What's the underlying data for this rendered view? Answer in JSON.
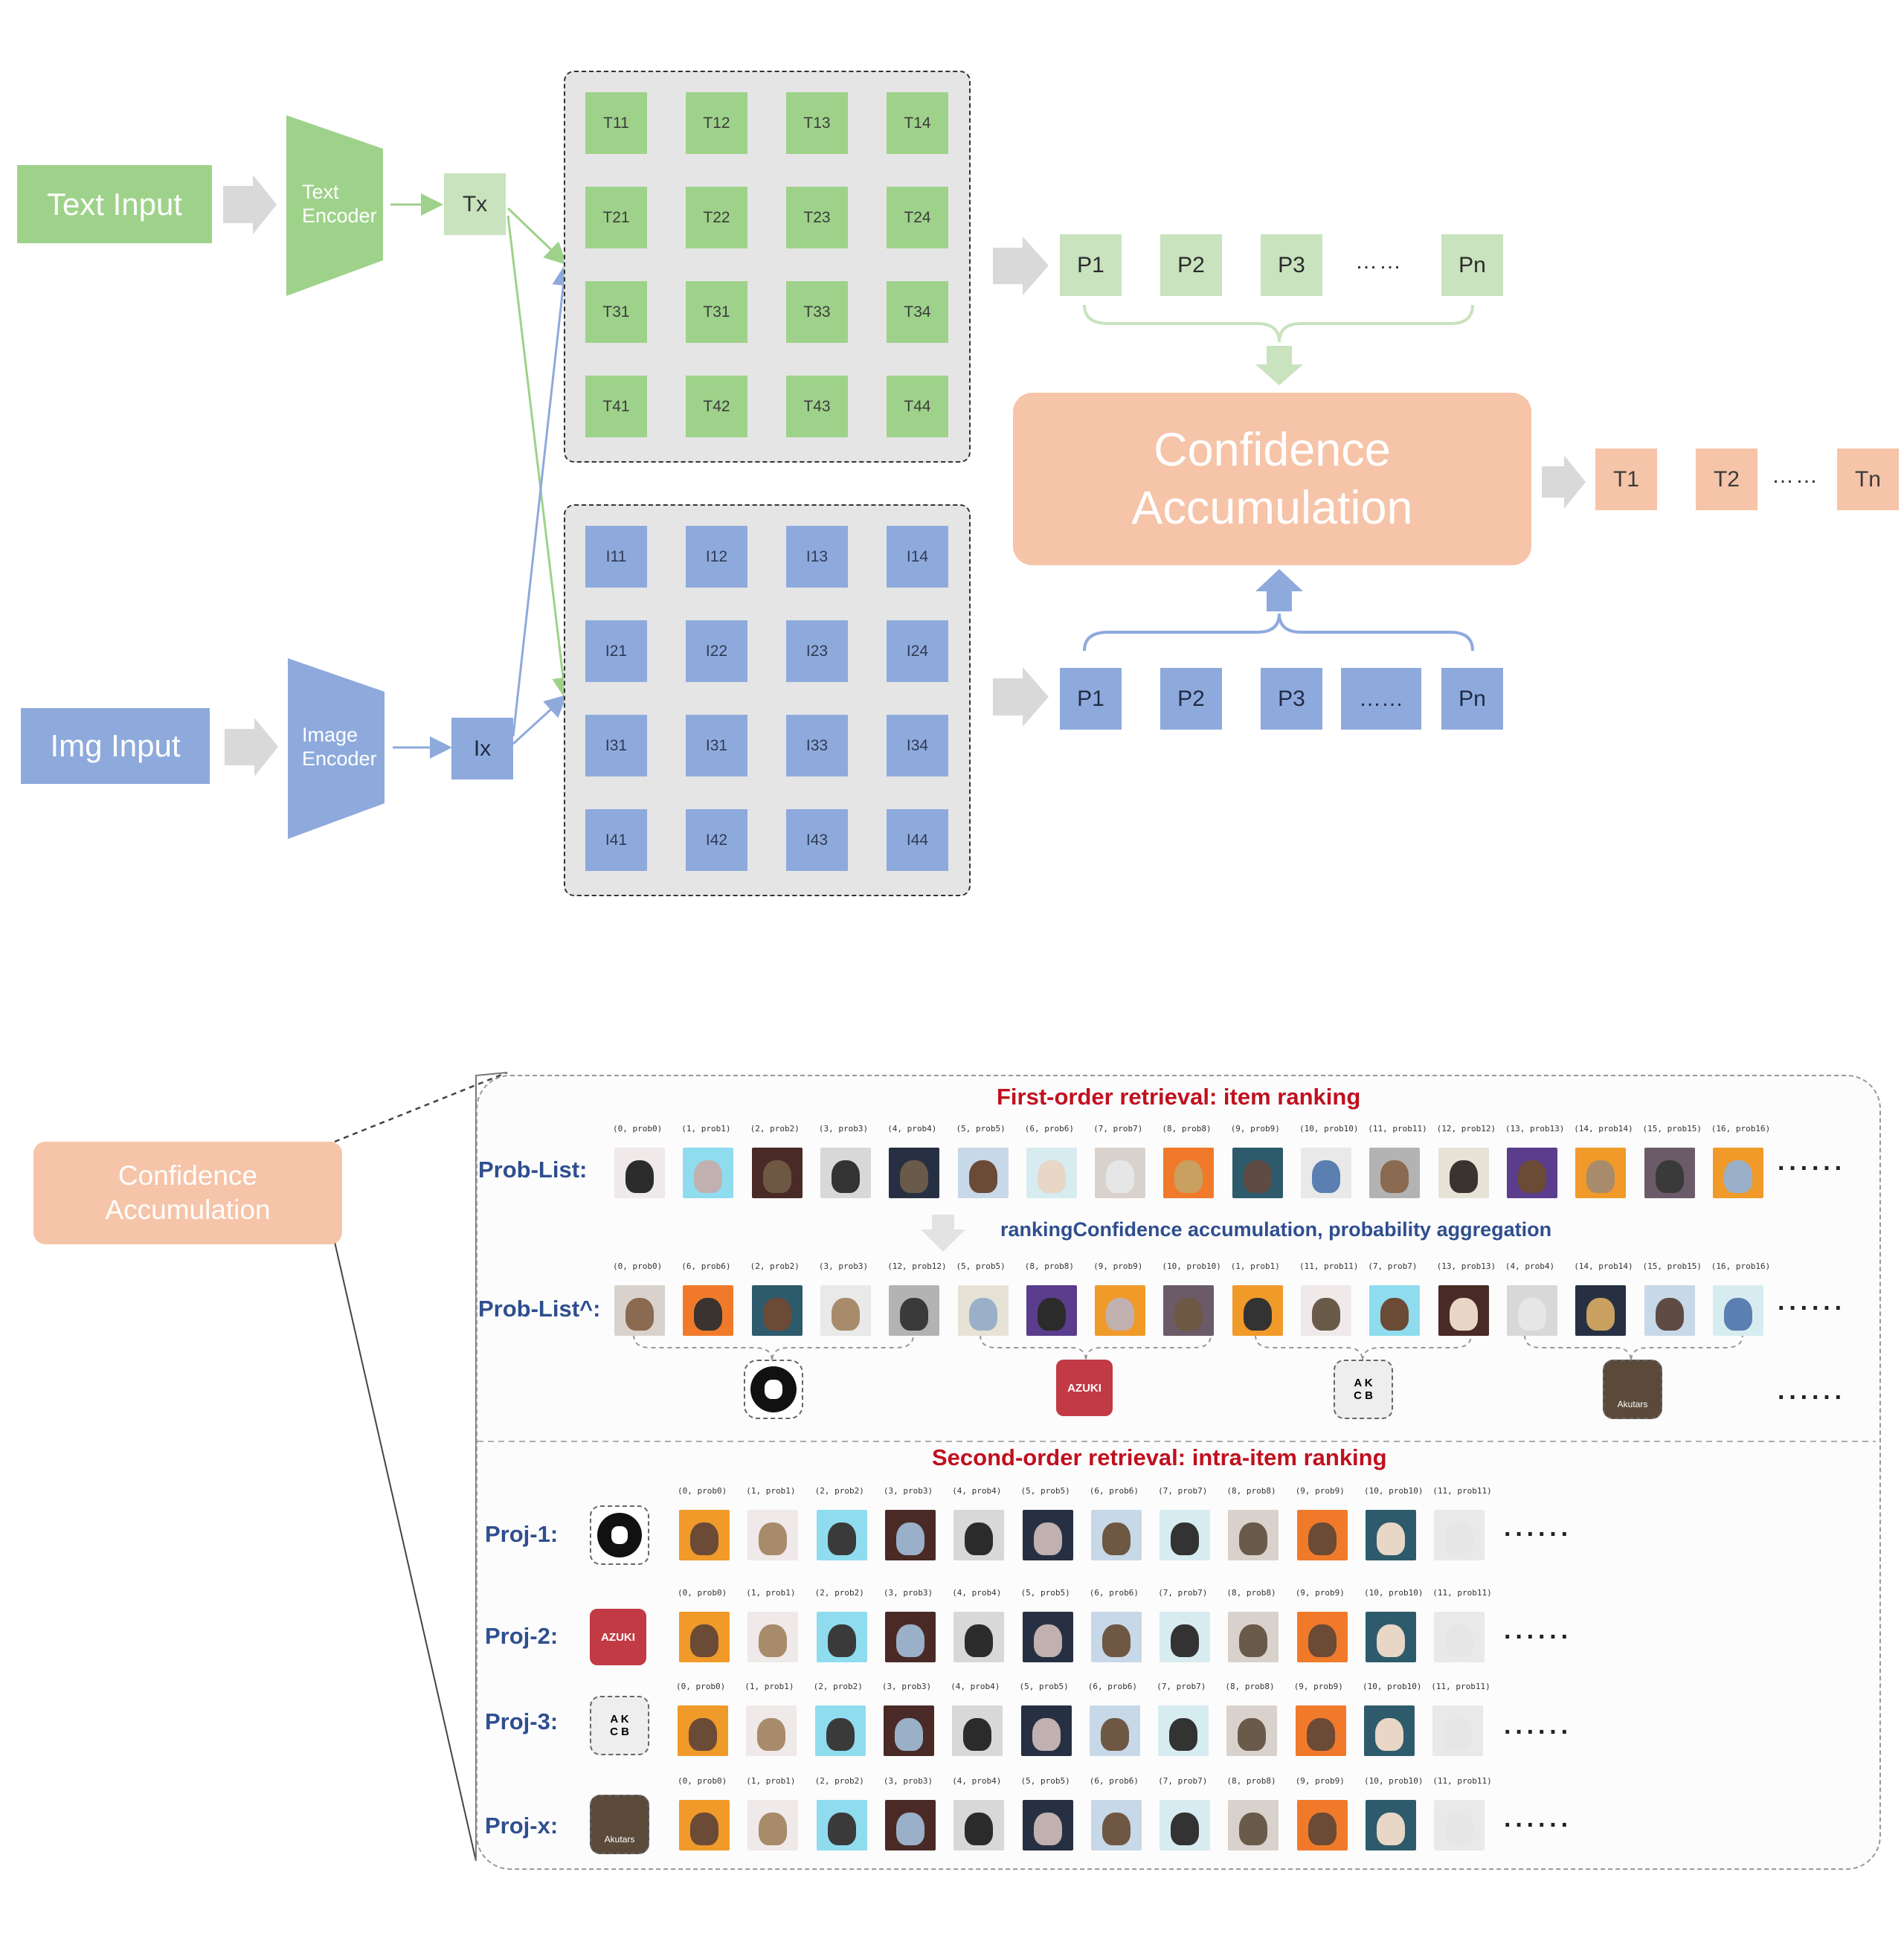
{
  "top": {
    "text_input": "Text Input",
    "img_input": "Img Input",
    "text_encoder": "Text\nEncoder",
    "image_encoder": "Image\nEncoder",
    "tx": "Tx",
    "ix": "Ix",
    "text_grid": [
      "T11",
      "T12",
      "T13",
      "T14",
      "T21",
      "T22",
      "T23",
      "T24",
      "T31",
      "T31",
      "T33",
      "T34",
      "T41",
      "T42",
      "T43",
      "T44"
    ],
    "img_grid": [
      "I11",
      "I12",
      "I13",
      "I14",
      "I21",
      "I22",
      "I23",
      "I24",
      "I31",
      "I31",
      "I33",
      "I34",
      "I41",
      "I42",
      "I43",
      "I44"
    ],
    "p_labels": [
      "P1",
      "P2",
      "P3",
      "Pn"
    ],
    "ellipsis": "……",
    "confidence": "Confidence\nAccumulation",
    "t_out": [
      "T1",
      "T2",
      "Tn"
    ],
    "colors": {
      "green": "#9ed28a",
      "light_green": "#c8e3bd",
      "blue": "#8eaadc",
      "peach": "#f6c4a8"
    }
  },
  "bottom": {
    "confidence_small": "Confidence\nAccumulation",
    "first_title": "First-order retrieval: item ranking",
    "second_title": "Second-order retrieval: intra-item ranking",
    "arrow_text": "rankingConfidence accumulation, probability aggregation",
    "prob_list_label": "Prob-List:",
    "prob_list_hat_label": "Prob-List^:",
    "prob_list": [
      "(0, prob0)",
      "(1, prob1)",
      "(2, prob2)",
      "(3, prob3)",
      "(4, prob4)",
      "(5, prob5)",
      "(6, prob6)",
      "(7, prob7)",
      "(8, prob8)",
      "(9, prob9)",
      "(10, prob10)",
      "(11, prob11)",
      "(12, prob12)",
      "(13, prob13)",
      "(14, prob14)",
      "(15, prob15)",
      "(16, prob16)"
    ],
    "prob_list_hat": [
      "(0, prob0)",
      "(6, prob6)",
      "(2, prob2)",
      "(3, prob3)",
      "(12, prob12)",
      "(5, prob5)",
      "(8, prob8)",
      "(9, prob9)",
      "(10, prob10)",
      "(1, prob1)",
      "(11, prob11)",
      "(7, prob7)",
      "(13, prob13)",
      "(4, prob4)",
      "(14, prob14)",
      "(15, prob15)",
      "(16, prob16)"
    ],
    "proj_labels": [
      "Proj-1:",
      "Proj-2:",
      "Proj-3:",
      "Proj-x:"
    ],
    "proj_items": [
      "(0, prob0)",
      "(1, prob1)",
      "(2, prob2)",
      "(3, prob3)",
      "(4, prob4)",
      "(5, prob5)",
      "(6, prob6)",
      "(7, prob7)",
      "(8, prob8)",
      "(9, prob9)",
      "(10, prob10)",
      "(11, prob11)"
    ],
    "logos": {
      "azuki": "AZUKI",
      "akcb_top": "A K",
      "akcb_bottom": "C B",
      "akutars": "Akutars"
    },
    "trailing": "······",
    "colors": {
      "title_red": "#c0101f",
      "label_blue": "#2f4e8f"
    }
  }
}
